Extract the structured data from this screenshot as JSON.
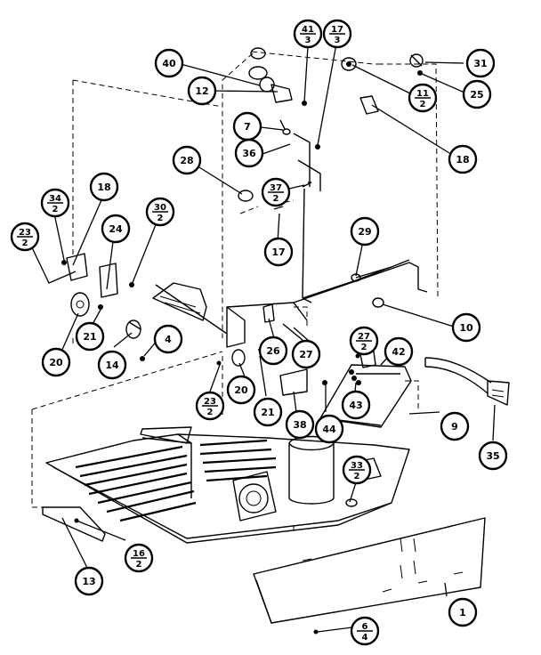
{
  "callouts": [
    {
      "id": "c40",
      "top": "40",
      "bottom": ""
    },
    {
      "id": "c41",
      "top": "41",
      "bottom": "3"
    },
    {
      "id": "c17a",
      "top": "17",
      "bottom": "3"
    },
    {
      "id": "c31",
      "top": "31",
      "bottom": ""
    },
    {
      "id": "c25",
      "top": "25",
      "bottom": ""
    },
    {
      "id": "c12",
      "top": "12",
      "bottom": ""
    },
    {
      "id": "c11",
      "top": "11",
      "bottom": "2"
    },
    {
      "id": "c7",
      "top": "7",
      "bottom": ""
    },
    {
      "id": "c18a",
      "top": "18",
      "bottom": ""
    },
    {
      "id": "c36",
      "top": "36",
      "bottom": ""
    },
    {
      "id": "c28",
      "top": "28",
      "bottom": ""
    },
    {
      "id": "c37",
      "top": "37",
      "bottom": "2"
    },
    {
      "id": "c18b",
      "top": "18",
      "bottom": ""
    },
    {
      "id": "c34",
      "top": "34",
      "bottom": "2"
    },
    {
      "id": "c30",
      "top": "30",
      "bottom": "2"
    },
    {
      "id": "c23a",
      "top": "23",
      "bottom": "2"
    },
    {
      "id": "c24",
      "top": "24",
      "bottom": ""
    },
    {
      "id": "c17b",
      "top": "17",
      "bottom": ""
    },
    {
      "id": "c29",
      "top": "29",
      "bottom": ""
    },
    {
      "id": "c10",
      "top": "10",
      "bottom": ""
    },
    {
      "id": "c4",
      "top": "4",
      "bottom": ""
    },
    {
      "id": "c21a",
      "top": "21",
      "bottom": ""
    },
    {
      "id": "c20a",
      "top": "20",
      "bottom": ""
    },
    {
      "id": "c14",
      "top": "14",
      "bottom": ""
    },
    {
      "id": "c26",
      "top": "26",
      "bottom": ""
    },
    {
      "id": "c27a",
      "top": "27",
      "bottom": ""
    },
    {
      "id": "c27b",
      "top": "27",
      "bottom": "2"
    },
    {
      "id": "c42",
      "top": "42",
      "bottom": ""
    },
    {
      "id": "c20b",
      "top": "20",
      "bottom": ""
    },
    {
      "id": "c23b",
      "top": "23",
      "bottom": "2"
    },
    {
      "id": "c21b",
      "top": "21",
      "bottom": ""
    },
    {
      "id": "c38",
      "top": "38",
      "bottom": ""
    },
    {
      "id": "c44",
      "top": "44",
      "bottom": ""
    },
    {
      "id": "c43",
      "top": "43",
      "bottom": ""
    },
    {
      "id": "c9",
      "top": "9",
      "bottom": ""
    },
    {
      "id": "c35",
      "top": "35",
      "bottom": ""
    },
    {
      "id": "c33",
      "top": "33",
      "bottom": "2"
    },
    {
      "id": "c16",
      "top": "16",
      "bottom": "2"
    },
    {
      "id": "c13",
      "top": "13",
      "bottom": ""
    },
    {
      "id": "c1",
      "top": "1",
      "bottom": ""
    },
    {
      "id": "c6",
      "top": "6",
      "bottom": "4"
    }
  ]
}
